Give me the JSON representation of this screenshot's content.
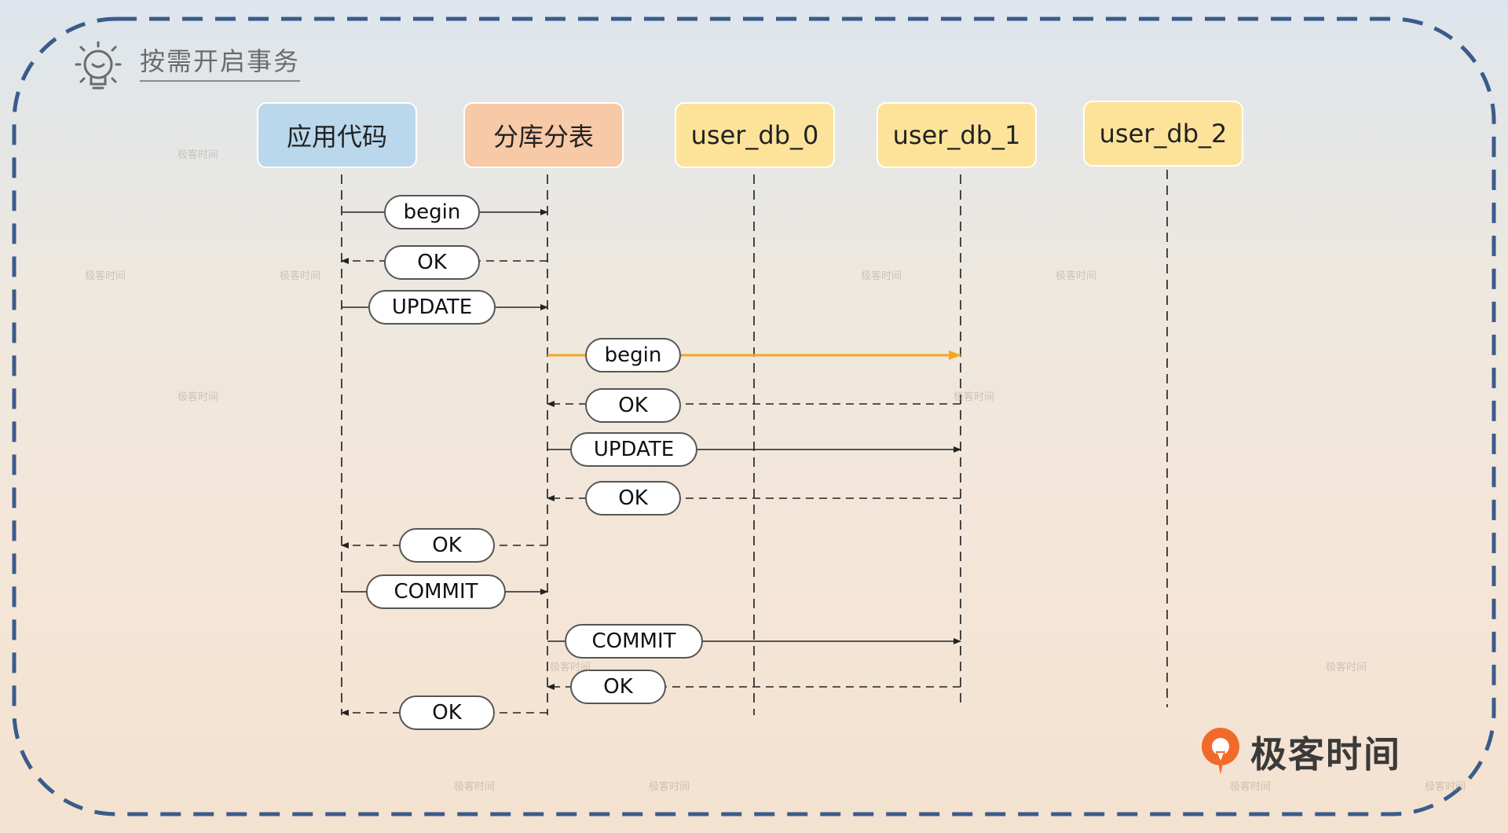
{
  "title": "按需开启事务",
  "brand": "极客时间",
  "watermark": "极客时间",
  "colors": {
    "frame": "#3b5b8c",
    "highlight": "#f5a623",
    "app": "#bad7ec",
    "shard": "#f7c9a6",
    "db": "#fde39a"
  },
  "participants": [
    {
      "id": "app",
      "label": "应用代码"
    },
    {
      "id": "shard",
      "label": "分库分表"
    },
    {
      "id": "db0",
      "label": "user_db_0"
    },
    {
      "id": "db1",
      "label": "user_db_1"
    },
    {
      "id": "db2",
      "label": "user_db_2"
    }
  ],
  "messages": [
    {
      "from": "app",
      "to": "shard",
      "label": "begin",
      "style": "solid"
    },
    {
      "from": "shard",
      "to": "app",
      "label": "OK",
      "style": "dashed"
    },
    {
      "from": "app",
      "to": "shard",
      "label": "UPDATE",
      "style": "solid"
    },
    {
      "from": "shard",
      "to": "db1",
      "label": "begin",
      "style": "highlight"
    },
    {
      "from": "db1",
      "to": "shard",
      "label": "OK",
      "style": "dashed"
    },
    {
      "from": "shard",
      "to": "db1",
      "label": "UPDATE",
      "style": "solid"
    },
    {
      "from": "db1",
      "to": "shard",
      "label": "OK",
      "style": "dashed"
    },
    {
      "from": "shard",
      "to": "app",
      "label": "OK",
      "style": "dashed"
    },
    {
      "from": "app",
      "to": "shard",
      "label": "COMMIT",
      "style": "solid"
    },
    {
      "from": "shard",
      "to": "db1",
      "label": "COMMIT",
      "style": "solid"
    },
    {
      "from": "db1",
      "to": "shard",
      "label": "OK",
      "style": "dashed"
    },
    {
      "from": "shard",
      "to": "app",
      "label": "OK",
      "style": "dashed"
    }
  ]
}
